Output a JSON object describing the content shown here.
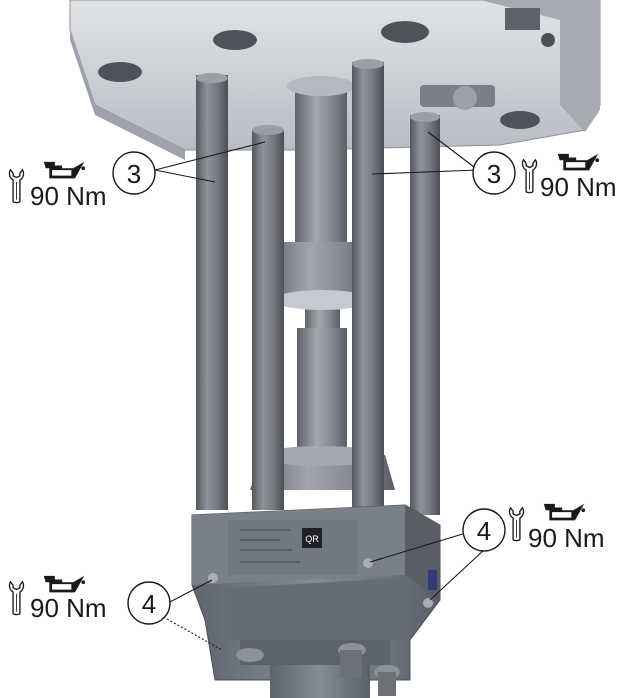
{
  "figure": {
    "callouts": [
      {
        "number": "3",
        "torque": "90 Nm"
      },
      {
        "number": "3",
        "torque": "90 Nm"
      },
      {
        "number": "4",
        "torque": "90 Nm"
      },
      {
        "number": "4",
        "torque": "90 Nm"
      }
    ],
    "nameplate_badge": "QR",
    "icons": [
      "wrench-icon",
      "oil-can-icon"
    ],
    "colors": {
      "top_plate": "#c9ccd2",
      "rods": "#6d7078",
      "center_column": "#7f838b",
      "lower_housing": "#70767f",
      "callout_line": "#1a1a1a",
      "background": "#ffffff"
    }
  }
}
